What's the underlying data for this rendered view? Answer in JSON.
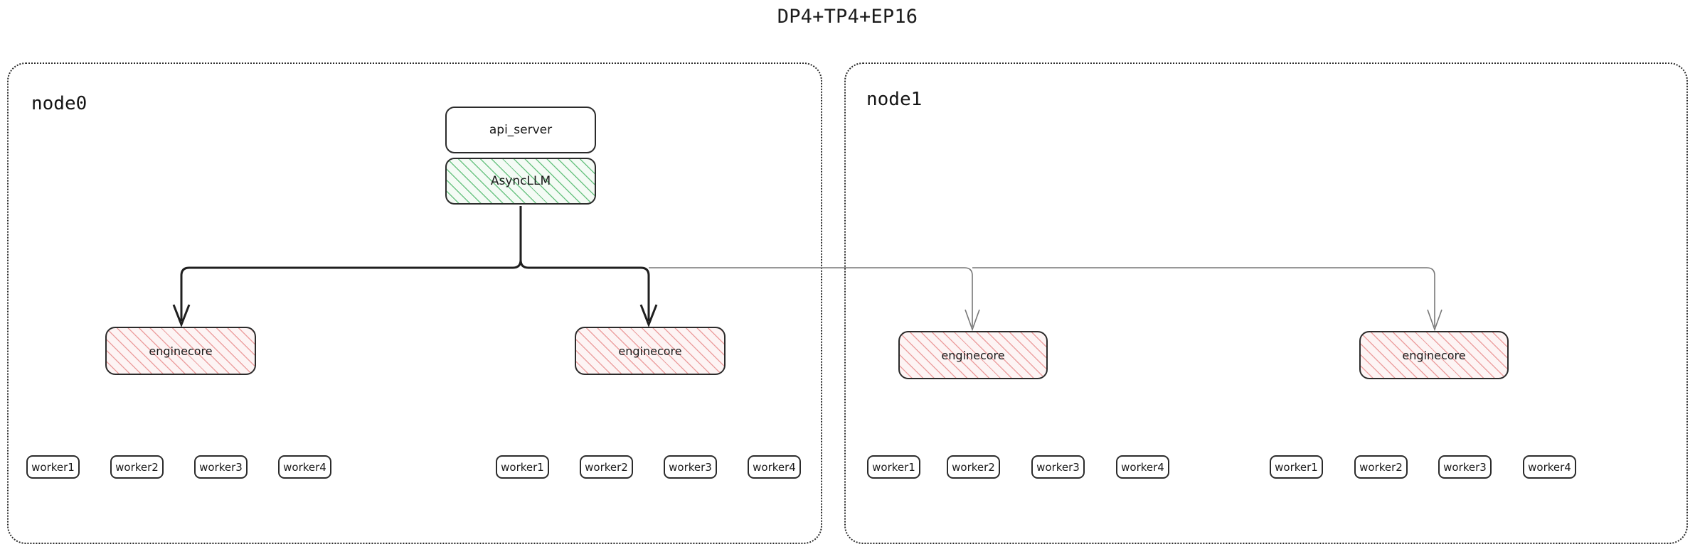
{
  "title": "DP4+TP4+EP16",
  "colors": {
    "border": "#2b2b2b",
    "text": "#1a1a1a",
    "async_hatch": "#56ba70",
    "engine_hatch": "#e88c8c",
    "edge_strong": "#1f1f1f",
    "edge_weak": "#777777",
    "background": "#ffffff"
  },
  "nodes": [
    {
      "label": "node0",
      "top_boxes": [
        {
          "label": "api_server",
          "style": "plain"
        },
        {
          "label": "AsyncLLM",
          "style": "green-hatch"
        }
      ],
      "engines": [
        {
          "label": "enginecore",
          "arrow": "strong",
          "workers": [
            "worker1",
            "worker2",
            "worker3",
            "worker4"
          ]
        },
        {
          "label": "enginecore",
          "arrow": "strong",
          "workers": [
            "worker1",
            "worker2",
            "worker3",
            "worker4"
          ]
        }
      ]
    },
    {
      "label": "node1",
      "top_boxes": [],
      "engines": [
        {
          "label": "enginecore",
          "arrow": "weak",
          "workers": [
            "worker1",
            "worker2",
            "worker3",
            "worker4"
          ]
        },
        {
          "label": "enginecore",
          "arrow": "weak",
          "workers": [
            "worker1",
            "worker2",
            "worker3",
            "worker4"
          ]
        }
      ]
    }
  ]
}
